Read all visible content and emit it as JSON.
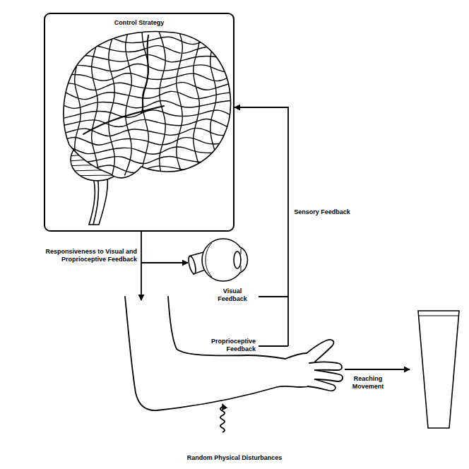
{
  "diagram": {
    "nodes": [
      {
        "text": [
          "Control Strategy"
        ]
      }
    ],
    "labels": [
      "Sensory Feedback",
      "Responsiveness to Visual and Proprioceptive Feedback",
      "Visual Feedback",
      "Proprioceptive Feedback",
      "Reaching Movement",
      "Random Physical Disturbances"
    ]
  }
}
